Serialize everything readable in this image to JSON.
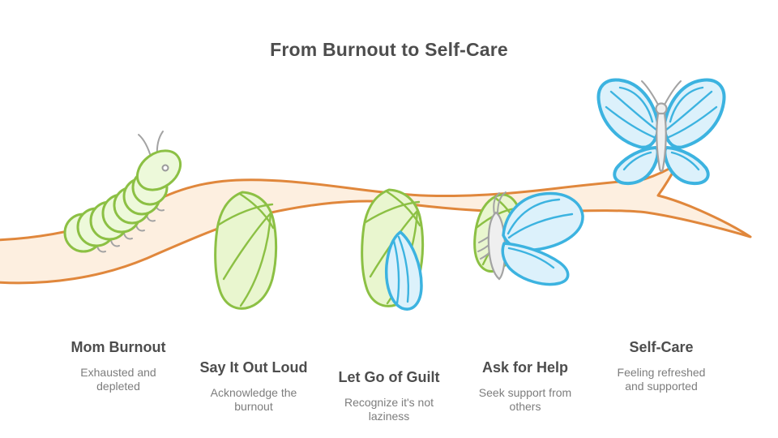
{
  "title": "From Burnout to Self-Care",
  "colors": {
    "title_color": "#4d4d4d",
    "subtitle_color": "#7d7d7d",
    "branch_fill": "#fdefe0",
    "branch_stroke": "#e0873c",
    "green_fill": "#edf9da",
    "pod_fill": "#e9f6cf",
    "green_stroke": "#8cc044",
    "blue_fill": "#dcf1fb",
    "blue_stroke": "#3cb3e0",
    "gray_stroke": "#a3a3a3",
    "gray_fill": "#efefef"
  },
  "stages": [
    {
      "title": "Mom Burnout",
      "subtitle": "Exhausted and depleted",
      "subtitle_lines": [
        "Exhausted and",
        "depleted"
      ],
      "graphic": "caterpillar-on-branch"
    },
    {
      "title": "Say It Out Loud",
      "subtitle": "Acknowledge the burnout",
      "subtitle_lines": [
        "Acknowledge the",
        "burnout"
      ],
      "graphic": "chrysalis"
    },
    {
      "title": "Let Go of Guilt",
      "subtitle": "Recognize it's not laziness",
      "subtitle_lines": [
        "Recognize it's not",
        "laziness"
      ],
      "graphic": "chrysalis-wing-emerging"
    },
    {
      "title": "Ask for Help",
      "subtitle": "Seek support from others",
      "subtitle_lines": [
        "Seek support from",
        "others"
      ],
      "graphic": "butterfly-emerging-from-chrysalis"
    },
    {
      "title": "Self-Care",
      "subtitle": "Feeling refreshed and supported",
      "subtitle_lines": [
        "Feeling refreshed",
        "and supported"
      ],
      "graphic": "butterfly"
    }
  ]
}
